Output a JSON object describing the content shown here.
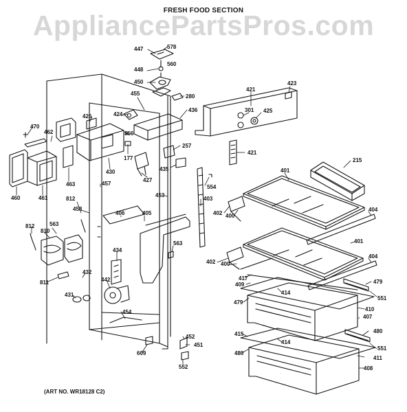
{
  "diagram": {
    "title": "FRESH FOOD SECTION",
    "watermark": "AppliancePartsPros.com",
    "art_number": "(ART NO. WR18128 C2)",
    "callouts": [
      {
        "id": "c447",
        "text": "447"
      },
      {
        "id": "c578",
        "text": "578"
      },
      {
        "id": "c448",
        "text": "448"
      },
      {
        "id": "c560",
        "text": "560"
      },
      {
        "id": "c450",
        "text": "450"
      },
      {
        "id": "c455",
        "text": "455"
      },
      {
        "id": "c280",
        "text": "280"
      },
      {
        "id": "c421a",
        "text": "421"
      },
      {
        "id": "c423",
        "text": "423"
      },
      {
        "id": "c436",
        "text": "436"
      },
      {
        "id": "c301",
        "text": "301"
      },
      {
        "id": "c425",
        "text": "425"
      },
      {
        "id": "c426",
        "text": "426"
      },
      {
        "id": "c424",
        "text": "424"
      },
      {
        "id": "c566",
        "text": "566"
      },
      {
        "id": "c470",
        "text": "470"
      },
      {
        "id": "c462",
        "text": "462"
      },
      {
        "id": "c257",
        "text": "257"
      },
      {
        "id": "c421b",
        "text": "421"
      },
      {
        "id": "c177",
        "text": "177"
      },
      {
        "id": "c430",
        "text": "430"
      },
      {
        "id": "c435",
        "text": "435"
      },
      {
        "id": "c427",
        "text": "427"
      },
      {
        "id": "c215",
        "text": "215"
      },
      {
        "id": "c401a",
        "text": "401"
      },
      {
        "id": "c463",
        "text": "463"
      },
      {
        "id": "c457",
        "text": "457"
      },
      {
        "id": "c554",
        "text": "554"
      },
      {
        "id": "c460",
        "text": "460"
      },
      {
        "id": "c461",
        "text": "461"
      },
      {
        "id": "c453",
        "text": "453"
      },
      {
        "id": "c403",
        "text": "403"
      },
      {
        "id": "c812a",
        "text": "812"
      },
      {
        "id": "c458",
        "text": "458"
      },
      {
        "id": "c406",
        "text": "406"
      },
      {
        "id": "c405",
        "text": "405"
      },
      {
        "id": "c402a",
        "text": "402"
      },
      {
        "id": "c400a",
        "text": "400"
      },
      {
        "id": "c404a",
        "text": "404"
      },
      {
        "id": "c812b",
        "text": "812"
      },
      {
        "id": "c563a",
        "text": "563"
      },
      {
        "id": "c810",
        "text": "810"
      },
      {
        "id": "c563b",
        "text": "563"
      },
      {
        "id": "c401b",
        "text": "401"
      },
      {
        "id": "c434",
        "text": "434"
      },
      {
        "id": "c402b",
        "text": "402"
      },
      {
        "id": "c400b",
        "text": "400"
      },
      {
        "id": "c404b",
        "text": "404"
      },
      {
        "id": "c432",
        "text": "432"
      },
      {
        "id": "c442",
        "text": "442"
      },
      {
        "id": "c811",
        "text": "811"
      },
      {
        "id": "c417",
        "text": "417"
      },
      {
        "id": "c409",
        "text": "409"
      },
      {
        "id": "c479a",
        "text": "479"
      },
      {
        "id": "c431",
        "text": "431"
      },
      {
        "id": "c414a",
        "text": "414"
      },
      {
        "id": "c551a",
        "text": "551"
      },
      {
        "id": "c479b",
        "text": "479"
      },
      {
        "id": "c410",
        "text": "410"
      },
      {
        "id": "c454",
        "text": "454"
      },
      {
        "id": "c407",
        "text": "407"
      },
      {
        "id": "c452",
        "text": "452"
      },
      {
        "id": "c480a",
        "text": "480"
      },
      {
        "id": "c415",
        "text": "415"
      },
      {
        "id": "c414b",
        "text": "414"
      },
      {
        "id": "c451",
        "text": "451"
      },
      {
        "id": "c551b",
        "text": "551"
      },
      {
        "id": "c609",
        "text": "609"
      },
      {
        "id": "c480b",
        "text": "480"
      },
      {
        "id": "c411",
        "text": "411"
      },
      {
        "id": "c552",
        "text": "552"
      },
      {
        "id": "c408",
        "text": "408"
      }
    ]
  }
}
